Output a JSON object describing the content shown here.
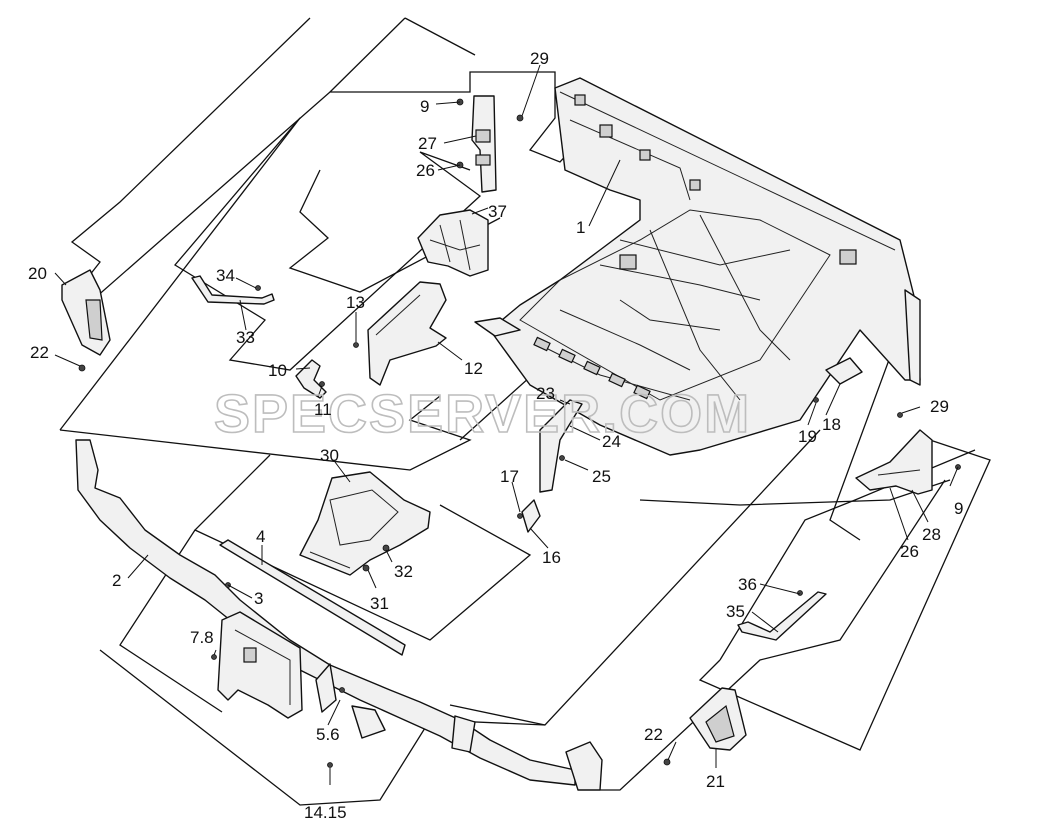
{
  "watermark": "SPECSERVER.COM",
  "callouts": {
    "c1": "1",
    "c2": "2",
    "c3": "3",
    "c4": "4",
    "c5_6": "5.6",
    "c7_8": "7.8",
    "c9_top": "9",
    "c9_right": "9",
    "c10": "10",
    "c11": "11",
    "c12": "12",
    "c13": "13",
    "c14_15": "14.15",
    "c16": "16",
    "c17": "17",
    "c18": "18",
    "c19": "19",
    "c20": "20",
    "c21": "21",
    "c22_left": "22",
    "c22_bottom": "22",
    "c23": "23",
    "c24": "24",
    "c25": "25",
    "c26_top": "26",
    "c26_right": "26",
    "c27": "27",
    "c28": "28",
    "c29_top": "29",
    "c29_right": "29",
    "c30": "30",
    "c31": "31",
    "c32": "32",
    "c33": "33",
    "c34": "34",
    "c35": "35",
    "c36": "36",
    "c37": "37"
  }
}
